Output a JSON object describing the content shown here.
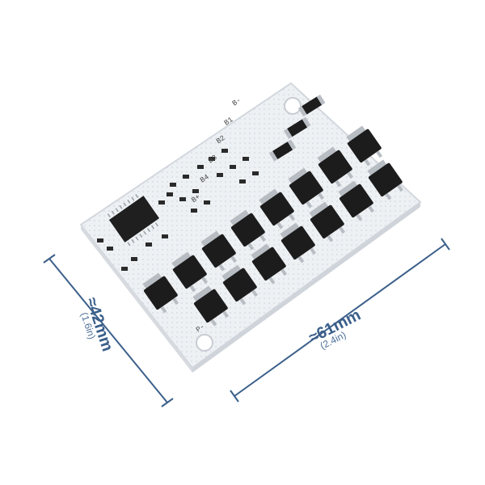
{
  "image": {
    "subject": "pcb-board-with-mosfets",
    "background_color": "#ffffff",
    "board_color": "#f1f3f5",
    "component_color": "#1a1a1a",
    "dimension_color": "#3b5f8a"
  },
  "dimensions": {
    "height": {
      "value": "≈42mm",
      "imperial": "(1.6in)"
    },
    "width": {
      "value": "≈61mm",
      "imperial": "(2.4in)"
    }
  },
  "silkscreen": {
    "labels": [
      "B+",
      "B4",
      "B3",
      "B2",
      "B1",
      "B-"
    ],
    "pad_label": "P-"
  }
}
